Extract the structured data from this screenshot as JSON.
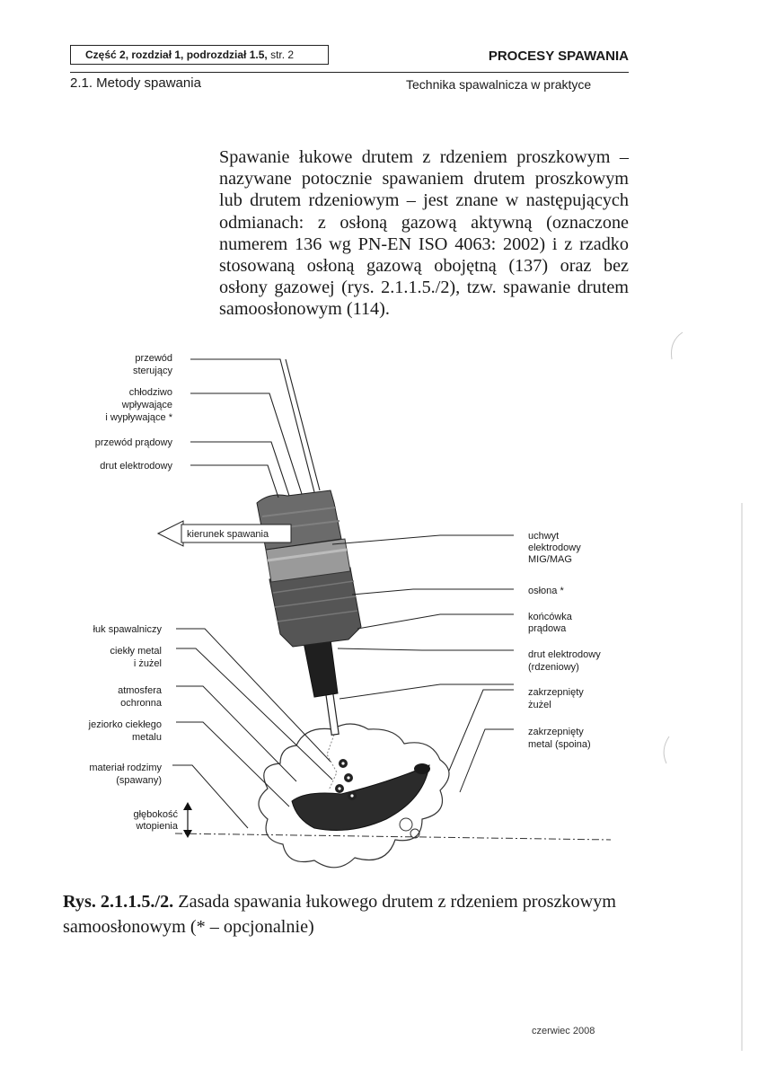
{
  "header": {
    "section_ref": "Część 2, rozdział 1, podrozdział 1.5,",
    "page_ref": "str. 2",
    "title": "PROCESY SPAWANIA",
    "chapter": "2.1. Metody spawania",
    "book": "Technika spawalnicza w praktyce"
  },
  "body": {
    "paragraph": "Spawanie łukowe drutem z rdzeniem proszkowym – nazywane potocznie spawaniem drutem proszko­wym lub drutem rdzeniowym – jest znane w na­stępujących odmianach: z osłoną gazową aktywną (oznaczone numerem 136 wg PN-EN ISO 4063: 2002) i z rzadko stosowaną osłoną gazową obojętną (137) oraz bez osłony gazowej (rys. 2.1.1.5./2), tzw. spawanie drutem samoosłonowym (114)."
  },
  "figure": {
    "labels_top_left": [
      [
        "przewód",
        "sterujący"
      ],
      [
        "chłodziwo",
        "wpływające",
        "i wypływające *"
      ],
      [
        "przewód prądowy"
      ],
      [
        "drut elektrodowy"
      ]
    ],
    "direction_label": "kierunek spawania",
    "labels_right": [
      [
        "uchwyt",
        "elektrodowy",
        "MIG/MAG"
      ],
      [
        "osłona *"
      ],
      [
        "końcówka",
        "prądowa"
      ],
      [
        "drut elektrodowy",
        "(rdzeniowy)"
      ],
      [
        "zakrzepnięty",
        "żużel"
      ],
      [
        "zakrzepnięty",
        "metal (spoina)"
      ]
    ],
    "labels_bottom_left": [
      [
        "łuk spawalniczy"
      ],
      [
        "ciekły metal",
        "i żużel"
      ],
      [
        "atmosfera",
        "ochronna"
      ],
      [
        "jeziorko ciekłego",
        "metalu"
      ],
      [
        "materiał rodzimy",
        "(spawany)"
      ],
      [
        "głębokość",
        "wtopienia"
      ]
    ]
  },
  "caption": {
    "label": "Rys. 2.1.1.5./2.",
    "text": " Zasada spawania łukowego drutem z rdzeniem prosz­kowym samoosłonowym (* – opcjonalnie)"
  },
  "footer": {
    "date": "czerwiec 2008"
  }
}
